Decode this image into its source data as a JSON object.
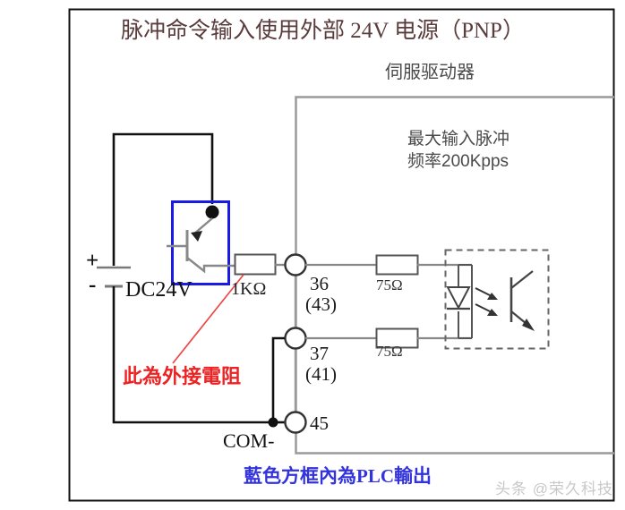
{
  "title": "脉冲命令输入使用外部 24V 电源（PNP）",
  "servo": {
    "box_label": "伺服驱动器",
    "note_line1": "最大输入脉冲",
    "note_line2": "频率200Kpps"
  },
  "power": {
    "plus_sign": "+",
    "minus_sign": "-",
    "label": "DC24V"
  },
  "resistors": {
    "external": "1KΩ",
    "input_top": "75Ω",
    "input_bottom": "75Ω"
  },
  "terminals": [
    {
      "number": "36",
      "alt": "(43)"
    },
    {
      "number": "37",
      "alt": "(41)"
    },
    {
      "number": "45",
      "alt": ""
    }
  ],
  "common_label": "COM-",
  "annotations": {
    "red_note": "此為外接電阻",
    "blue_caption": "藍色方框內為PLC輸出"
  },
  "watermark": "头条 @荣久科技",
  "colors": {
    "title": "#5a3c3c",
    "plc_box": "#1a1ae6",
    "red_note": "#ee2222",
    "blue_note": "#3333dd",
    "wire": "#111111",
    "internal_wire": "#888888",
    "frame": "#111111",
    "servo_frame": "#9a9a9a"
  }
}
